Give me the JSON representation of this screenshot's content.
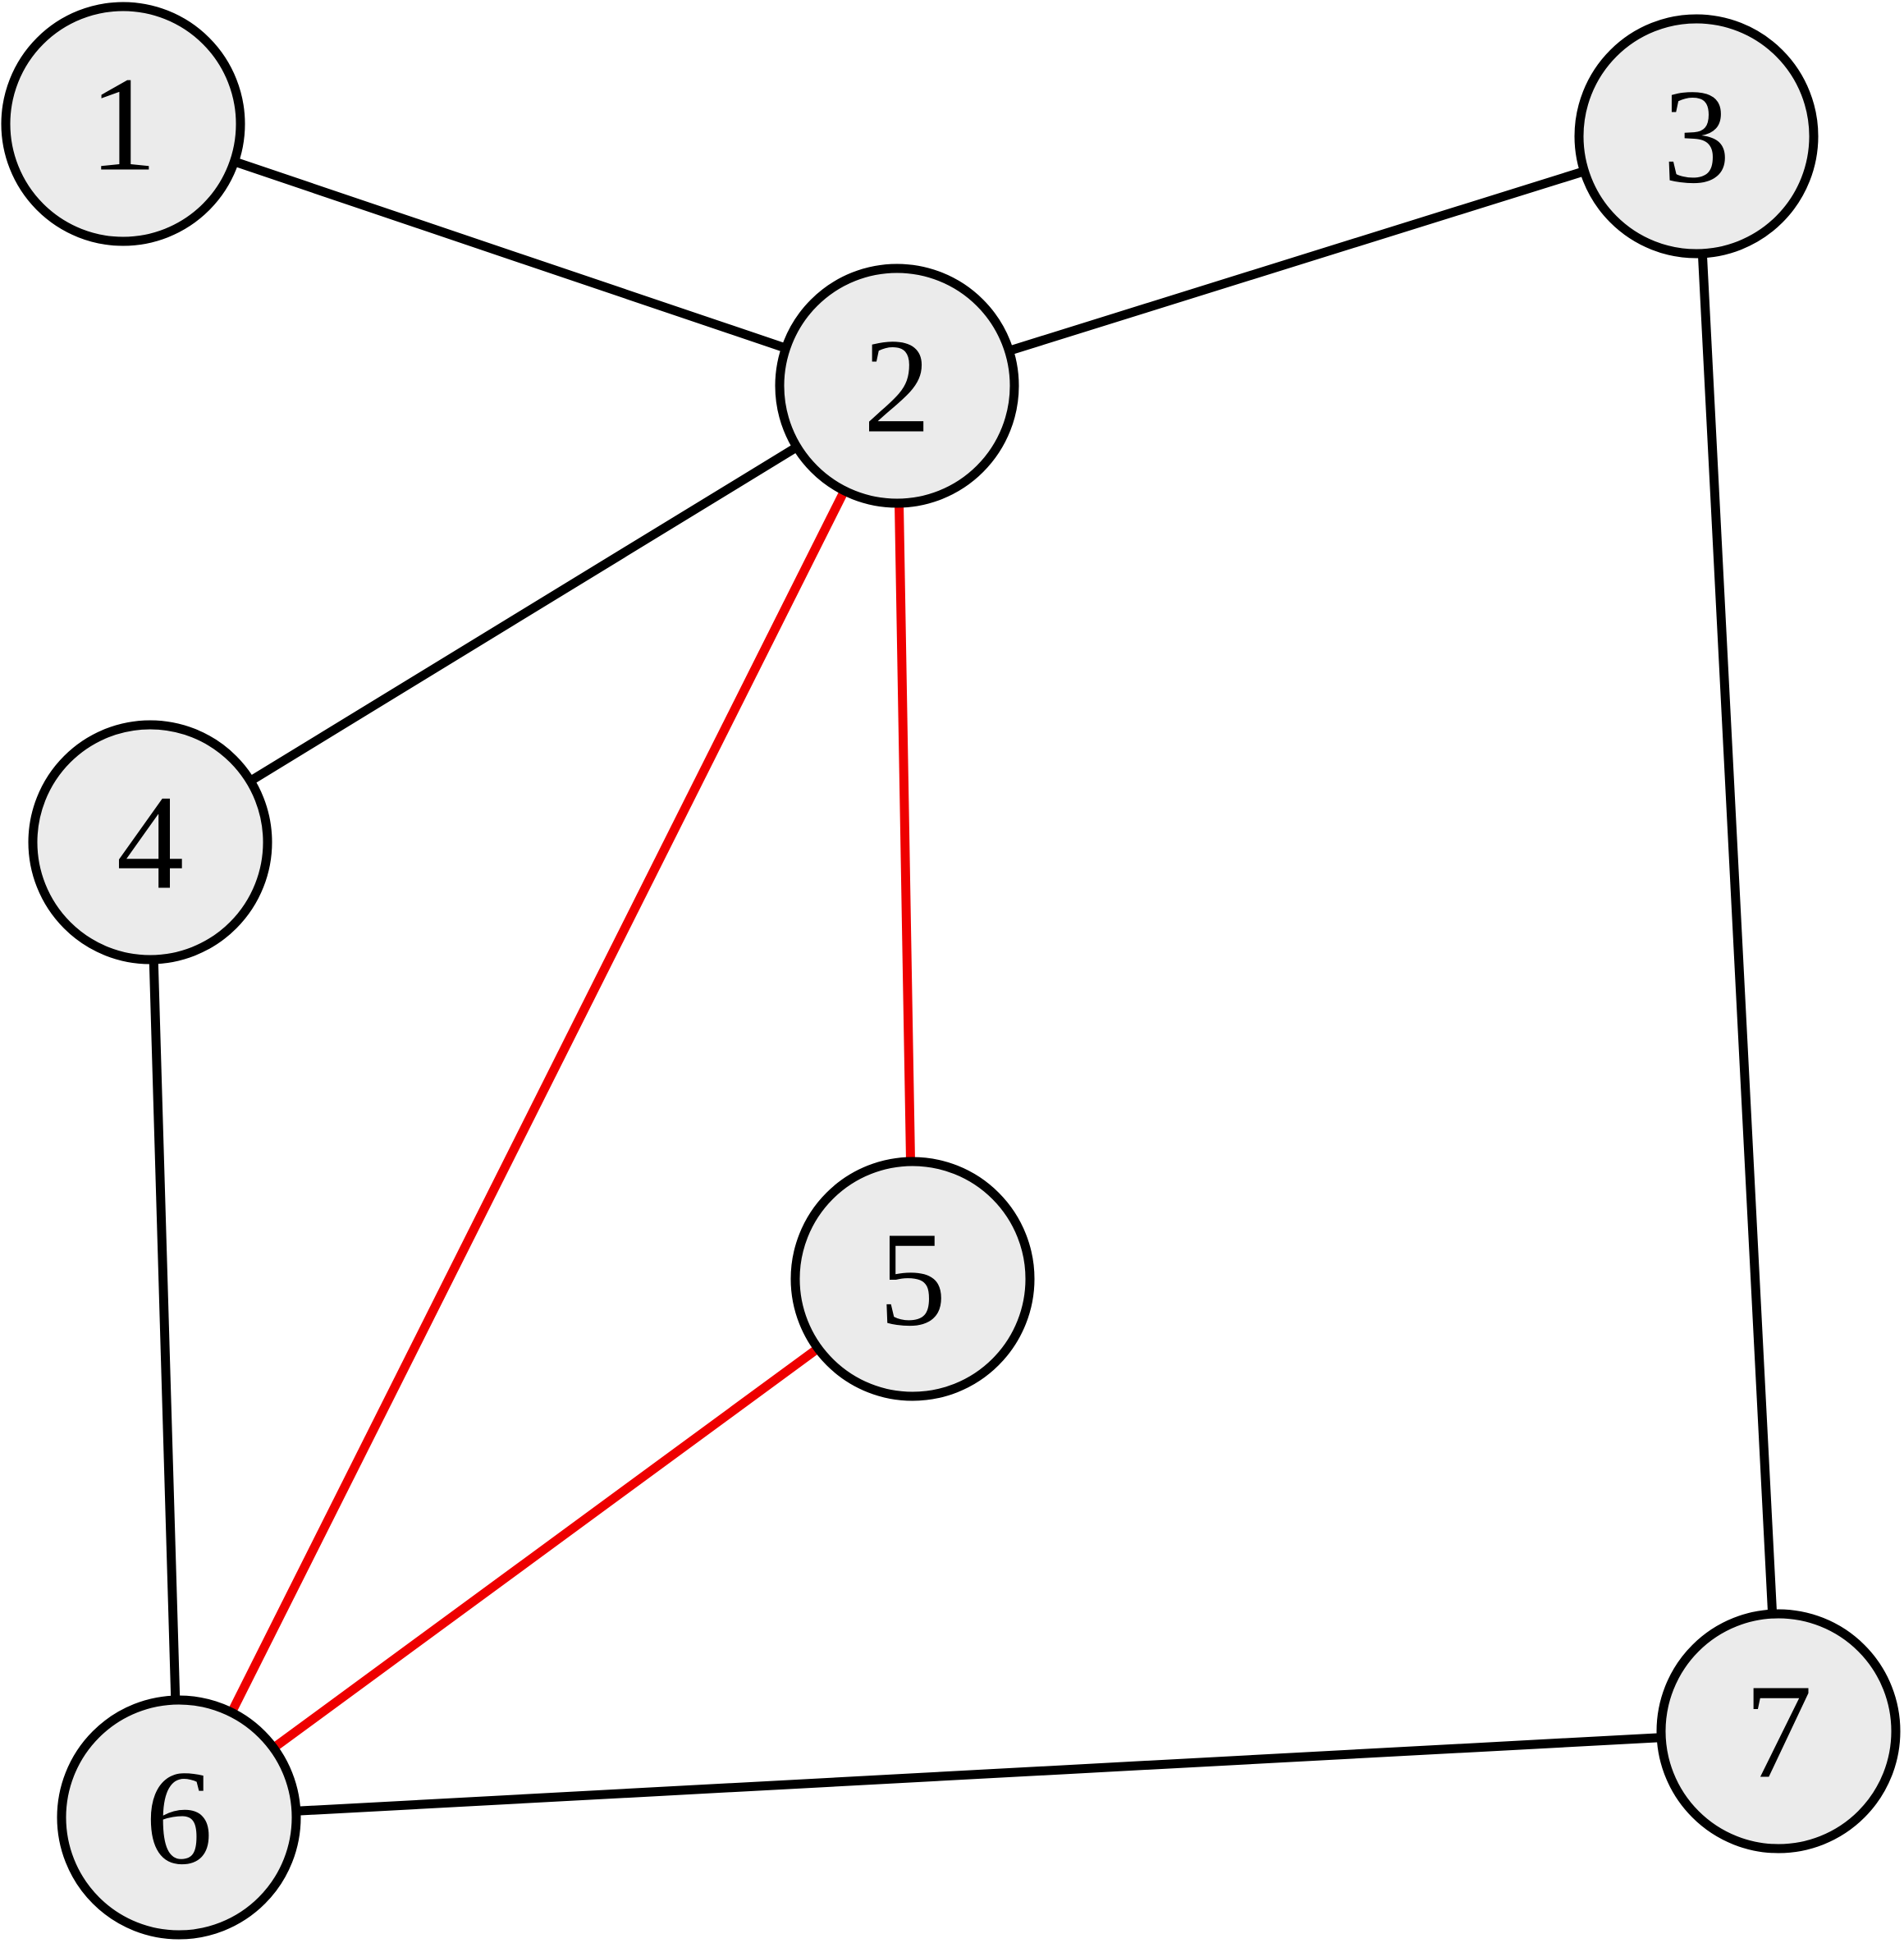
{
  "diagram": {
    "type": "undirected-graph",
    "colors": {
      "node_fill": "#ebebeb",
      "node_stroke": "#000000",
      "edge_default": "#000000",
      "edge_highlight": "#ee0000"
    },
    "nodes": [
      {
        "id": "1",
        "label": "1"
      },
      {
        "id": "2",
        "label": "2"
      },
      {
        "id": "3",
        "label": "3"
      },
      {
        "id": "4",
        "label": "4"
      },
      {
        "id": "5",
        "label": "5"
      },
      {
        "id": "6",
        "label": "6"
      },
      {
        "id": "7",
        "label": "7"
      }
    ],
    "edges": [
      {
        "from": "1",
        "to": "2",
        "highlighted": false
      },
      {
        "from": "2",
        "to": "3",
        "highlighted": false
      },
      {
        "from": "2",
        "to": "4",
        "highlighted": false
      },
      {
        "from": "2",
        "to": "6",
        "highlighted": true
      },
      {
        "from": "2",
        "to": "5",
        "highlighted": true
      },
      {
        "from": "3",
        "to": "7",
        "highlighted": false
      },
      {
        "from": "4",
        "to": "6",
        "highlighted": false
      },
      {
        "from": "5",
        "to": "6",
        "highlighted": true
      },
      {
        "from": "6",
        "to": "7",
        "highlighted": false
      }
    ]
  }
}
